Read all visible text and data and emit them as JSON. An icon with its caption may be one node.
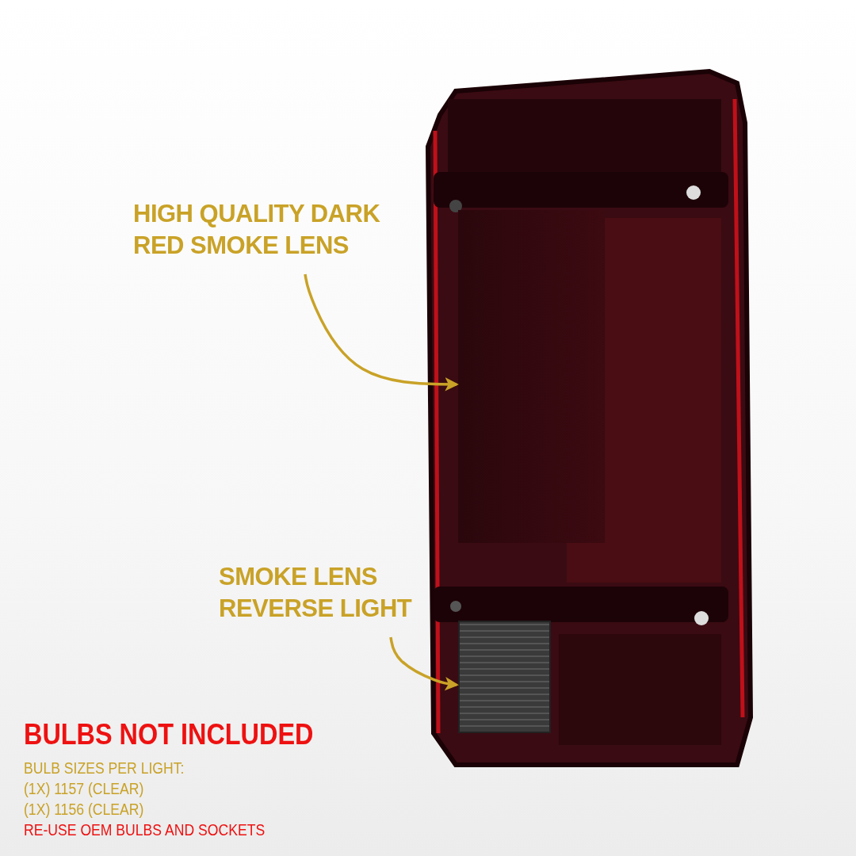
{
  "diagram": {
    "nodes": [
      {
        "text": [
          "HIGH QUALITY DARK RED SMOKE LENS"
        ]
      },
      {
        "text": [
          "SMOKE LENS REVERSE LIGHT"
        ]
      },
      {
        "text": [],
        "shape": "picture"
      },
      {
        "text": [],
        "shape": "box",
        "in": 2
      },
      {
        "text": [],
        "shape": "box",
        "in": 2
      }
    ],
    "edges": [
      {
        "from": 0,
        "to": 3,
        "arrow": "to"
      },
      {
        "from": 1,
        "to": 4,
        "arrow": "to"
      }
    ],
    "labels": [
      "BULBS NOT INCLUDED",
      "BULB SIZES PER LIGHT:",
      "(1X) 1157 (CLEAR)",
      "(1X) 1156 (CLEAR)",
      "RE-USE OEM BULBS AND SOCKETS"
    ]
  }
}
